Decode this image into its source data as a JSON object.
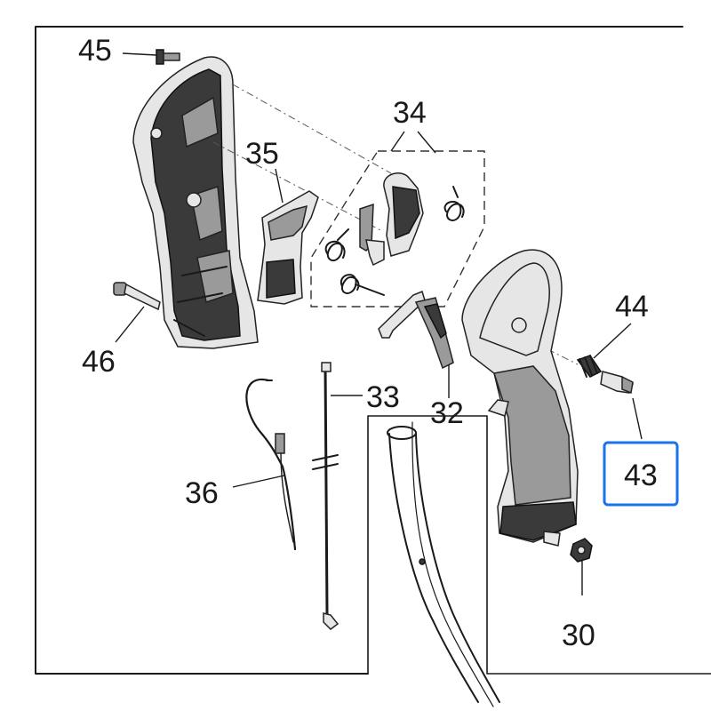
{
  "diagram": {
    "parts": [
      {
        "id": "45",
        "label": "45"
      },
      {
        "id": "34",
        "label": "34"
      },
      {
        "id": "35",
        "label": "35"
      },
      {
        "id": "44",
        "label": "44"
      },
      {
        "id": "46",
        "label": "46"
      },
      {
        "id": "33",
        "label": "33"
      },
      {
        "id": "32",
        "label": "32"
      },
      {
        "id": "43",
        "label": "43"
      },
      {
        "id": "36",
        "label": "36"
      },
      {
        "id": "30",
        "label": "30"
      }
    ],
    "highlighted_part": "43",
    "colors": {
      "highlight": "#1a73e8",
      "line": "#1a1a1a",
      "dark_fill": "#3a3a3a",
      "light_fill": "#e6e6e6"
    }
  }
}
